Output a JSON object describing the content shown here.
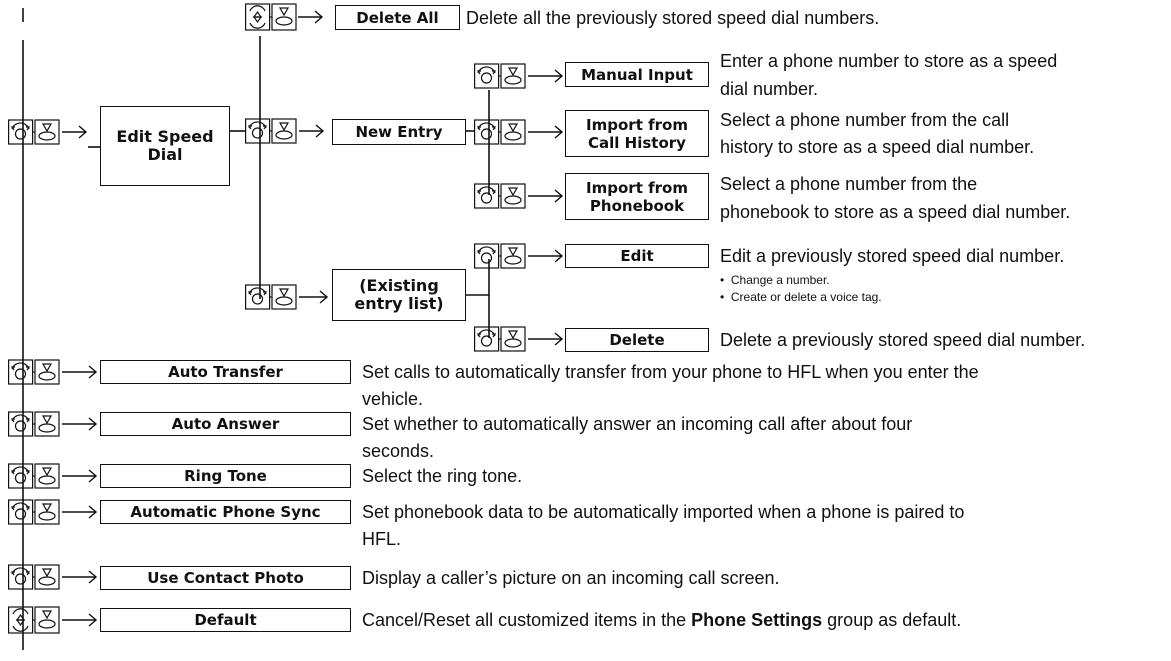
{
  "boxes": {
    "edit_speed_dial": "Edit Speed\nDial",
    "delete_all": "Delete All",
    "new_entry": "New Entry",
    "manual_input": "Manual Input",
    "import_call_history": "Import from\nCall History",
    "import_phonebook": "Import from\nPhonebook",
    "existing_entry_list": "(Existing\nentry list)",
    "edit": "Edit",
    "delete": "Delete",
    "auto_transfer": "Auto Transfer",
    "auto_answer": "Auto Answer",
    "ring_tone": "Ring Tone",
    "automatic_phone_sync": "Automatic Phone Sync",
    "use_contact_photo": "Use Contact Photo",
    "default": "Default"
  },
  "descriptions": {
    "delete_all": "Delete all the previously stored speed dial numbers.",
    "manual_input_1": "Enter a phone number to store as a speed",
    "manual_input_2": "dial number.",
    "call_history_1": "Select a phone number from the call",
    "call_history_2": "history to store as a speed dial number.",
    "phonebook_1": "Select a phone number from the",
    "phonebook_2": "phonebook to store as a speed dial number.",
    "edit": "Edit a previously stored speed dial number.",
    "edit_bullet_1": "Change a number.",
    "edit_bullet_2": "Create or delete a voice tag.",
    "delete": "Delete a previously stored speed dial number.",
    "auto_transfer_1": "Set calls to automatically transfer from your phone to HFL when you enter the",
    "auto_transfer_2": "vehicle.",
    "auto_answer_1": "Set whether to automatically answer an incoming call after about four",
    "auto_answer_2": "seconds.",
    "ring_tone": "Select the ring tone.",
    "phone_sync_1": "Set phonebook data to be automatically imported when a phone is paired to",
    "phone_sync_2": "HFL.",
    "contact_photo": "Display a caller’s picture on an incoming call screen.",
    "default_pre": "Cancel/Reset all customized items in the ",
    "default_bold": "Phone Settings",
    "default_post": " group as default."
  },
  "bullet_symbol": "•",
  "icons": [
    "rotate-knob-icon",
    "press-knob-icon",
    "move-knob-icon",
    "arrow-right-icon"
  ]
}
